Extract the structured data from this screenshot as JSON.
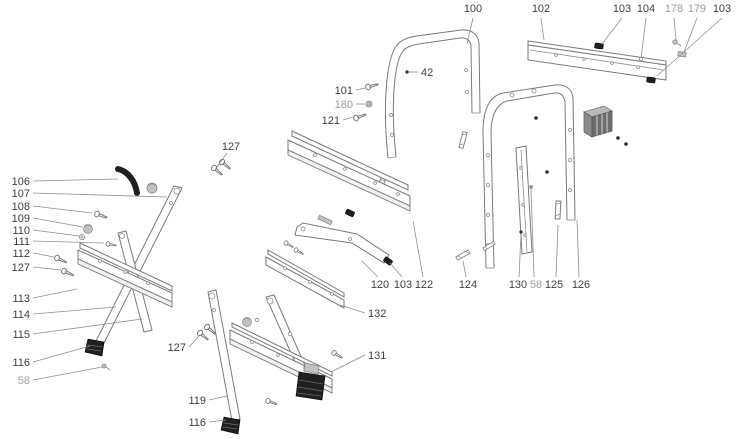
{
  "diagram": {
    "type": "exploded-parts-diagram",
    "colors": {
      "background": "#ffffff",
      "line": "#7a7a7a",
      "label": "#3f3f3f",
      "muted_label": "#9e9e9e",
      "black_part": "#202020",
      "gray_part": "#c2c2c2"
    },
    "labels": {
      "p100": "100",
      "p102": "102",
      "p103a": "103",
      "p104": "104",
      "p178": "178",
      "p179": "179",
      "p103b": "103",
      "p42": "42",
      "p101": "101",
      "p180": "180",
      "p121": "121",
      "p127a": "127",
      "p106": "106",
      "p107": "107",
      "p108": "108",
      "p109": "109",
      "p110": "110",
      "p111": "111",
      "p112": "112",
      "p127b": "127",
      "p113": "113",
      "p114": "114",
      "p115": "115",
      "p116a": "116",
      "p58a": "58",
      "p127c": "127",
      "p119": "119",
      "p116b": "116",
      "p120": "120",
      "p103c": "103",
      "p122": "122",
      "p124": "124",
      "p130": "130",
      "p58b": "58",
      "p125": "125",
      "p126": "126",
      "p132": "132",
      "p131": "131"
    }
  }
}
